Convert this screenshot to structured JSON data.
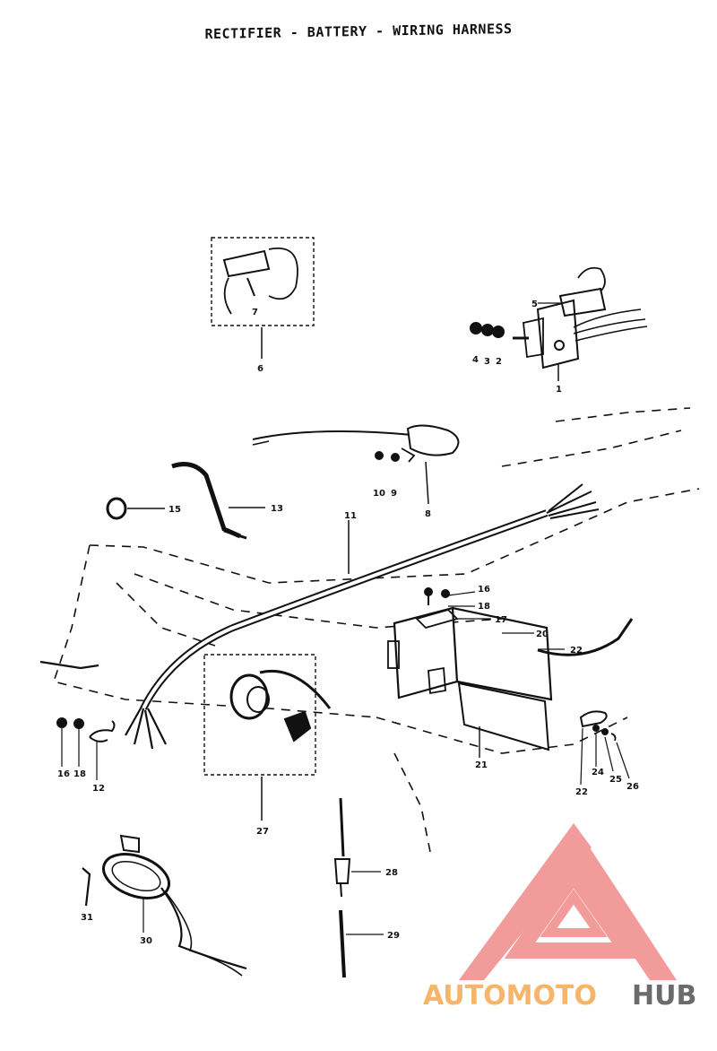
{
  "title": "RECTIFIER - BATTERY - WIRING HARNESS",
  "callouts": {
    "c1": "1",
    "c2": "2",
    "c3": "3",
    "c4": "4",
    "c5": "5",
    "c6": "6",
    "c7": "7",
    "c8": "8",
    "c9": "9",
    "c10": "10",
    "c11": "11",
    "c13": "13",
    "c15": "15",
    "c16a": "16",
    "c16b": "16",
    "c16c": "16",
    "c18a": "18",
    "c18b": "18",
    "c12": "12",
    "c17": "17",
    "c20": "20",
    "c21": "21",
    "c22a": "22",
    "c22b": "22",
    "c24": "24",
    "c25": "25",
    "c26": "26",
    "c27": "27",
    "c28": "28",
    "c29": "29",
    "c30": "30",
    "c31": "31"
  },
  "watermark": {
    "part1": "AUTOMOTO",
    "part2": "HUB",
    "color_red": "#f08a8a",
    "color_orange": "#f6b56b",
    "color_gray": "#6b6b6b"
  }
}
